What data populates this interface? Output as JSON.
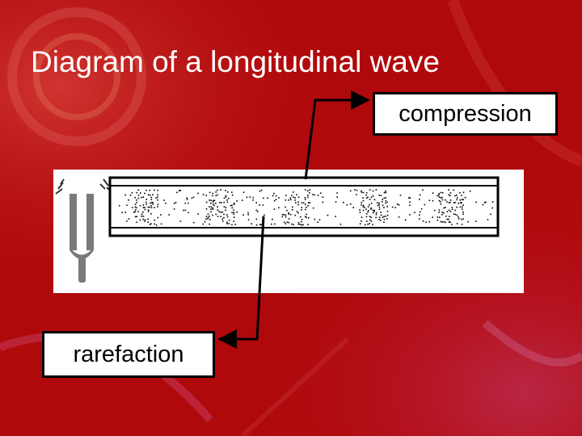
{
  "slide": {
    "title": "Diagram of a longitudinal wave"
  },
  "labels": {
    "compression": "compression",
    "rarefaction": "rarefaction"
  },
  "diagram": {
    "icons": [
      "tuning-fork-icon",
      "air-tube-icon"
    ],
    "compression_zones": 5
  },
  "colors": {
    "background": "#b0090c",
    "title_text": "#ffffff",
    "box_fill": "#ffffff",
    "box_border": "#000000"
  }
}
